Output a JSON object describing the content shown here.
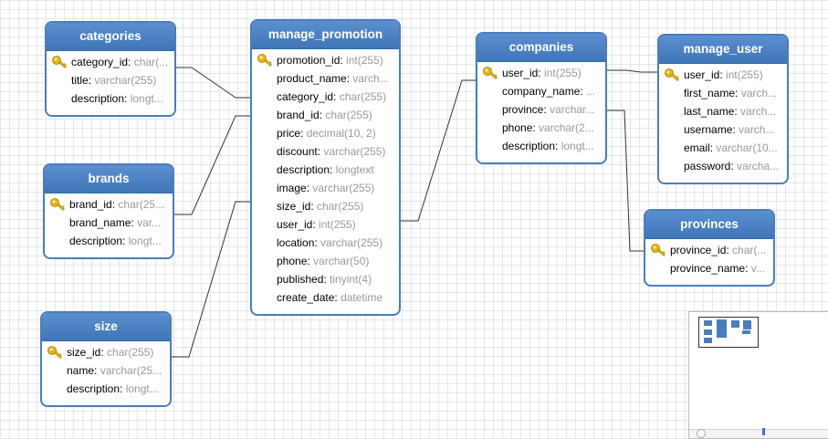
{
  "diagram": {
    "tables": {
      "categories": {
        "name": "categories",
        "columns": [
          {
            "name": "category_id",
            "type": "char(...",
            "key": true
          },
          {
            "name": "title",
            "type": "varchar(255)",
            "key": false
          },
          {
            "name": "description",
            "type": "longt...",
            "key": false
          }
        ]
      },
      "brands": {
        "name": "brands",
        "columns": [
          {
            "name": "brand_id",
            "type": "char(25...",
            "key": true
          },
          {
            "name": "brand_name",
            "type": "var...",
            "key": false
          },
          {
            "name": "description",
            "type": "longt...",
            "key": false
          }
        ]
      },
      "size": {
        "name": "size",
        "columns": [
          {
            "name": "size_id",
            "type": "char(255)",
            "key": true
          },
          {
            "name": "name",
            "type": "varchar(25...",
            "key": false
          },
          {
            "name": "description",
            "type": "longt...",
            "key": false
          }
        ]
      },
      "manage_promotion": {
        "name": "manage_promotion",
        "columns": [
          {
            "name": "promotion_id",
            "type": "int(255)",
            "key": true
          },
          {
            "name": "product_name",
            "type": "varch...",
            "key": false
          },
          {
            "name": "category_id",
            "type": "char(255)",
            "key": false
          },
          {
            "name": "brand_id",
            "type": "char(255)",
            "key": false
          },
          {
            "name": "price",
            "type": "decimal(10, 2)",
            "key": false
          },
          {
            "name": "discount",
            "type": "varchar(255)",
            "key": false
          },
          {
            "name": "description",
            "type": "longtext",
            "key": false
          },
          {
            "name": "image",
            "type": "varchar(255)",
            "key": false
          },
          {
            "name": "size_id",
            "type": "char(255)",
            "key": false
          },
          {
            "name": "user_id",
            "type": "int(255)",
            "key": false
          },
          {
            "name": "location",
            "type": "varchar(255)",
            "key": false
          },
          {
            "name": "phone",
            "type": "varchar(50)",
            "key": false
          },
          {
            "name": "published",
            "type": "tinyint(4)",
            "key": false
          },
          {
            "name": "create_date",
            "type": "datetime",
            "key": false
          }
        ]
      },
      "companies": {
        "name": "companies",
        "columns": [
          {
            "name": "user_id",
            "type": "int(255)",
            "key": true
          },
          {
            "name": "company_name",
            "type": "...",
            "key": false
          },
          {
            "name": "province",
            "type": "varchar...",
            "key": false
          },
          {
            "name": "phone",
            "type": "varchar(2...",
            "key": false
          },
          {
            "name": "description",
            "type": "longt...",
            "key": false
          }
        ]
      },
      "manage_user": {
        "name": "manage_user",
        "columns": [
          {
            "name": "user_id",
            "type": "int(255)",
            "key": true
          },
          {
            "name": "first_name",
            "type": "varch...",
            "key": false
          },
          {
            "name": "last_name",
            "type": "varch...",
            "key": false
          },
          {
            "name": "username",
            "type": "varch...",
            "key": false
          },
          {
            "name": "email",
            "type": "varchar(10...",
            "key": false
          },
          {
            "name": "password",
            "type": "varcha...",
            "key": false
          }
        ]
      },
      "provinces": {
        "name": "provinces",
        "columns": [
          {
            "name": "province_id",
            "type": "char(...",
            "key": true
          },
          {
            "name": "province_name",
            "type": "v...",
            "key": false
          }
        ]
      }
    },
    "relationships": [
      {
        "from": "categories.category_id",
        "to": "manage_promotion.category_id"
      },
      {
        "from": "brands.brand_id",
        "to": "manage_promotion.brand_id"
      },
      {
        "from": "size.size_id",
        "to": "manage_promotion.size_id"
      },
      {
        "from": "manage_promotion.user_id",
        "to": "companies.user_id"
      },
      {
        "from": "companies.user_id",
        "to": "manage_user.user_id"
      },
      {
        "from": "companies.province",
        "to": "provinces.province_id"
      }
    ],
    "colors": {
      "header": "#4a7ebb",
      "type_text": "#999999",
      "grid": "#e6e6e6",
      "edge": "#333333",
      "key_icon": "#e8b80f"
    },
    "icons": {
      "primary_key": "key-icon"
    }
  }
}
